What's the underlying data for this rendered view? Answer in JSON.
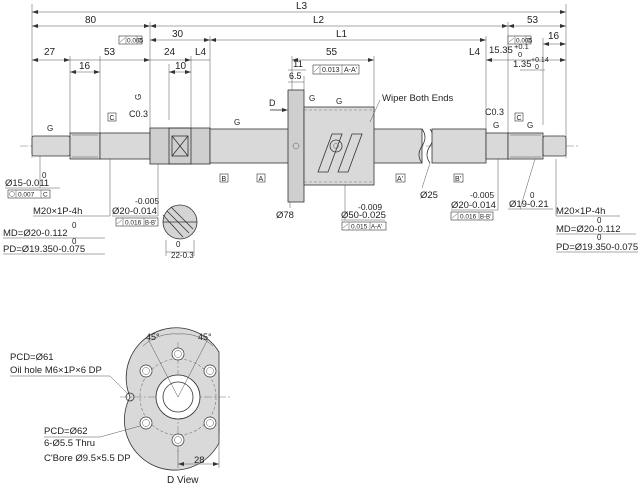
{
  "top_dims": {
    "L3": "L3",
    "d80": "80",
    "L2": "L2",
    "d53_right": "53",
    "d30": "30",
    "L1": "L1",
    "d27": "27",
    "d53_left": "53",
    "d24": "24",
    "L4_left": "L4",
    "d55": "55",
    "L4_right": "L4",
    "d15_35": "15.35",
    "d15_35_tol_up": "+0.1",
    "d15_35_tol_lo": "0",
    "d16_right": "16",
    "d16_left": "16",
    "d10": "10",
    "d11": "11",
    "d6_5": "6.5",
    "d1_35": "1.35",
    "d1_35_tol_up": "+0.14",
    "d1_35_tol_lo": "0"
  },
  "tolerances": {
    "runout_left": "0.005",
    "runout_left_ref": "C",
    "runout_right": "0.005",
    "runout_right_ref": "C",
    "flange_runout": "0.013",
    "flange_runout_ref": "A-A'"
  },
  "labels": {
    "wiper": "Wiper Both Ends",
    "c03_left": "C0.3",
    "c03_right": "C0.3",
    "view_d": "D",
    "g1": "G",
    "g2": "G",
    "g3": "G",
    "g4": "G",
    "g5": "G",
    "g6": "G",
    "g7": "G",
    "datum_c_left": "C",
    "datum_c_right": "C",
    "datum_b": "B",
    "datum_a": "A",
    "datum_a2": "A'",
    "datum_b2": "B'"
  },
  "left_callouts": {
    "shaft_dia_tol": "0",
    "shaft_dia": "Ø15-0.011",
    "shaft_runout": "0.007",
    "shaft_runout_ref": "C",
    "thread": "M20×1P-4h",
    "md_tol": "0",
    "md": "MD=Ø20-0.112",
    "pd_tol": "0",
    "pd": "PD=Ø19.350-0.075",
    "brg_tol": "-0.005",
    "brg_dia": "Ø20-0.014",
    "brg_runout": "0.016",
    "brg_runout_ref": "B-B'",
    "flat_tol": "0",
    "flat": "22-0.3"
  },
  "mid_callouts": {
    "flange_dia": "Ø78",
    "nut_tol": "-0.009",
    "nut_dia": "Ø50-0.025",
    "nut_runout": "0.015",
    "nut_runout_ref": "A-A'",
    "screw_dia": "Ø25"
  },
  "right_callouts": {
    "brg_tol": "-0.005",
    "brg_dia": "Ø20-0.014",
    "brg_runout": "0.016",
    "brg_runout_ref": "B-B'",
    "end_tol": "0",
    "end_dia": "Ø19-0.21",
    "thread": "M20×1P-4h",
    "md_tol": "0",
    "md": "MD=Ø20-0.112",
    "pd_tol": "0",
    "pd": "PD=Ø19.350-0.075"
  },
  "d_view": {
    "angle_left": "45°",
    "angle_right": "45°",
    "pcd61": "PCD=Ø61",
    "oil_hole": "Oil hole M6×1P×6 DP",
    "pcd62": "PCD=Ø62",
    "thru": "6-Ø5.5 Thru",
    "cbore": "C'Bore Ø9.5×5.5 DP",
    "width": "28",
    "title": "D View"
  }
}
